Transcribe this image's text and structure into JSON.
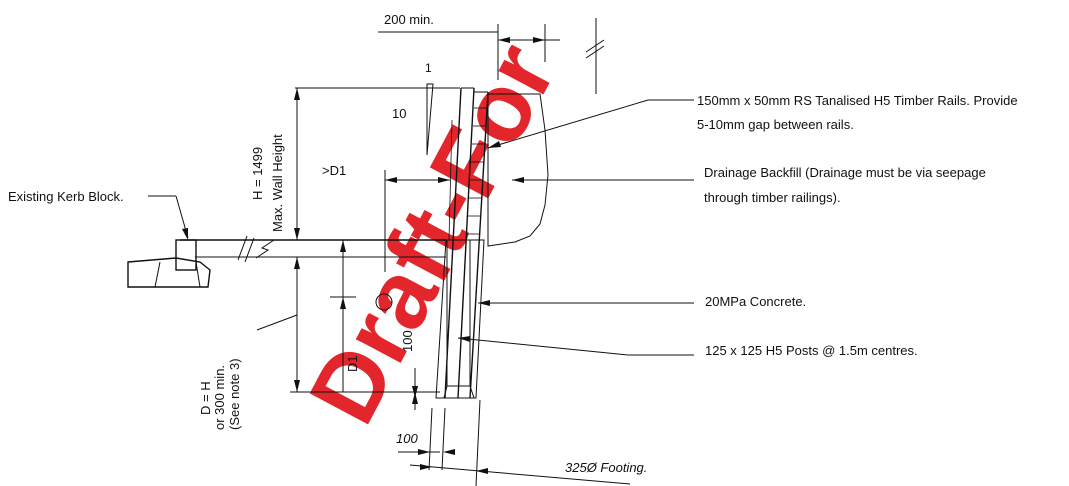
{
  "watermark": "Draft-For",
  "colors": {
    "watermark": "#e0141a",
    "ink": "#111111"
  },
  "labels": {
    "rails": "150mm x 50mm RS Tanalised H5 Timber Rails. Provide",
    "rails_line2": "5-10mm gap between rails.",
    "backfill": "Drainage Backfill (Drainage must be via seepage",
    "backfill_line2": "through timber railings).",
    "kerb": "Existing Kerb Block.",
    "concrete": "20MPa Concrete.",
    "posts": "125 x 125 H5 Posts @ 1.5m centres.",
    "footing": "325Ø Footing."
  },
  "dimensions": {
    "min200": "200 min.",
    "batter_1": "1",
    "batter_10": "10",
    "height_h": "H = 1499",
    "height_max": "Max. Wall Height",
    "gt_d1": ">D1",
    "d1": "D1",
    "dim_100_vertical": "100",
    "dim_100_bottom": "100",
    "depth_d": "D = H",
    "depth_or": "or 300 min.",
    "depth_note": "(See note 3)"
  }
}
